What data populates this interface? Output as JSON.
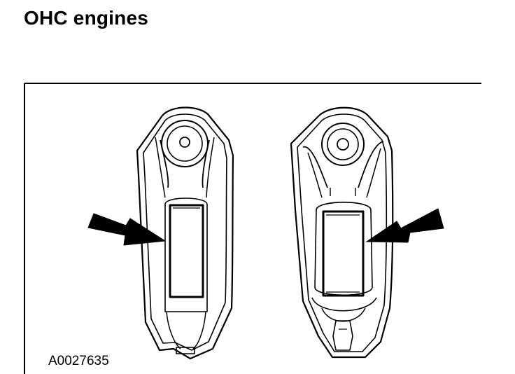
{
  "heading": "OHC engines",
  "figure_id": "A0027635",
  "colors": {
    "ink": "#000000",
    "paper": "#ffffff"
  },
  "figure": {
    "components": [
      "rocker-arm-left",
      "rocker-arm-right",
      "pointer-arrow-left",
      "pointer-arrow-right"
    ]
  }
}
